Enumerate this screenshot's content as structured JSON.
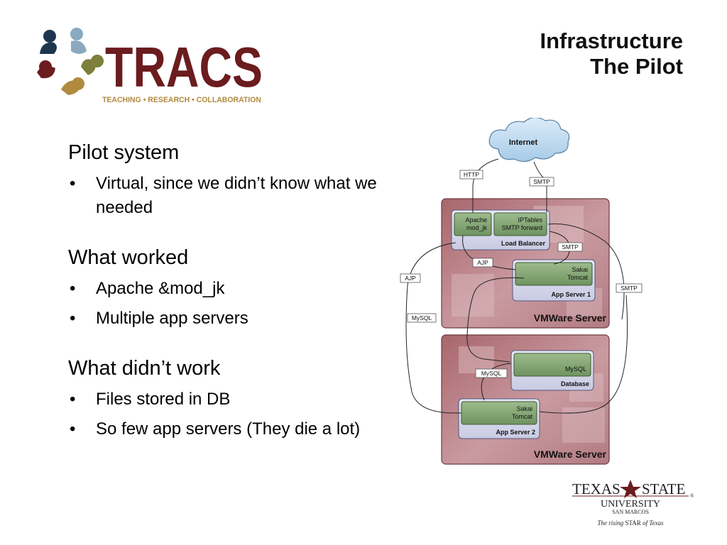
{
  "logo": {
    "name": "TRACS",
    "tagline": "TEACHING • RESEARCH • COLLABORATION"
  },
  "title": {
    "line1": "Infrastructure",
    "line2": "The Pilot"
  },
  "sections": [
    {
      "heading": "Pilot system",
      "bullets": [
        "Virtual, since we didn’t know what we needed"
      ]
    },
    {
      "heading": "What worked",
      "bullets": [
        "Apache &mod_jk",
        "Multiple app servers"
      ]
    },
    {
      "heading": "What didn’t work",
      "bullets": [
        "Files stored in DB",
        "So few app servers (They die a lot)"
      ]
    }
  ],
  "diagram": {
    "internet": "Internet",
    "labels": {
      "http": "HTTP",
      "smtp": "SMTP",
      "ajp": "AJP",
      "mysql": "MySQL"
    },
    "load_balancer": {
      "title": "Load Balancer",
      "apache": "Apache",
      "mod_jk": "mod_jk",
      "iptables": "IPTables",
      "smtp_forward": "SMTP forward"
    },
    "app_server_1": {
      "title": "App Server 1",
      "sakai": "Sakai",
      "tomcat": "Tomcat"
    },
    "app_server_2": {
      "title": "App Server 2",
      "sakai": "Sakai",
      "tomcat": "Tomcat"
    },
    "database": {
      "title": "Database",
      "mysql": "MySQL"
    },
    "vmware": "VMWare Server"
  },
  "footer_logo": {
    "texas": "TEXAS",
    "state": "STATE",
    "university": "UNIVERSITY",
    "campus": "SAN MARCOS",
    "motto_pre": "The rising ",
    "motto_star": "STAR",
    "motto_post": " of Texas",
    "registered": "®"
  },
  "colors": {
    "tracs_maroon": "#6b1c1e",
    "tracs_gold": "#b08a3e",
    "tracs_navy": "#1e3550",
    "tracs_blue": "#8aa9c0",
    "tracs_olive": "#7d7f3a",
    "vmware_box": "#a5636a",
    "inner_box": "#d3d5ea",
    "component_green": "#86a878",
    "cloud": "#b8d6ee"
  }
}
